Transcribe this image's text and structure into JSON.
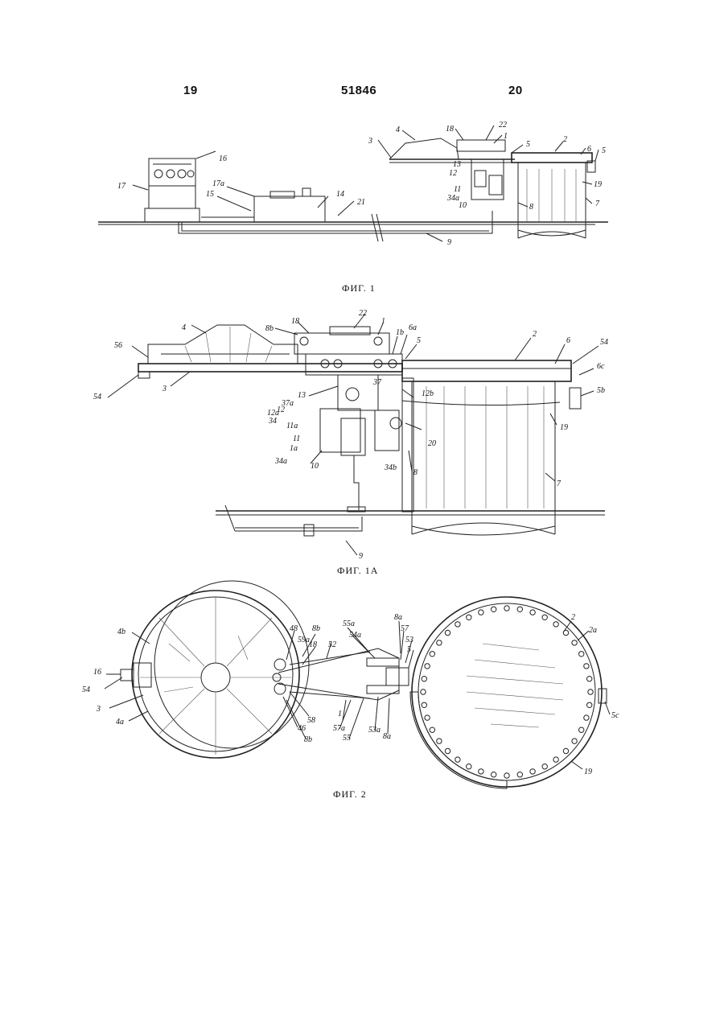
{
  "header": {
    "left_page": "19",
    "patent_number": "51846",
    "right_page": "20"
  },
  "figures": [
    {
      "caption": "ФИГ. 1",
      "labels": [
        "16",
        "17",
        "17a",
        "15",
        "14",
        "21",
        "9",
        "3",
        "4",
        "18",
        "22",
        "1",
        "13",
        "12",
        "11",
        "34a",
        "10",
        "5",
        "2",
        "6",
        "5",
        "19",
        "7",
        "8"
      ]
    },
    {
      "caption": "ФИГ. 1А",
      "labels": [
        "4",
        "8b",
        "18",
        "22",
        "1",
        "1b",
        "6a",
        "5",
        "2",
        "6",
        "54",
        "56",
        "54",
        "3",
        "6c",
        "5b",
        "13",
        "37a",
        "37",
        "12a",
        "12",
        "34",
        "11a",
        "11",
        "1a",
        "34a",
        "10",
        "12b",
        "20",
        "19",
        "34b",
        "8",
        "7",
        "9"
      ]
    },
    {
      "caption": "ФИГ. 2",
      "labels": [
        "4b",
        "16",
        "54",
        "3",
        "4a",
        "48",
        "8b",
        "18",
        "59a",
        "52",
        "55a",
        "54a",
        "8a",
        "57",
        "53",
        "5",
        "2",
        "2a",
        "58",
        "46",
        "8b",
        "57a",
        "55",
        "53a",
        "8a",
        "5c",
        "19",
        "1"
      ]
    }
  ]
}
